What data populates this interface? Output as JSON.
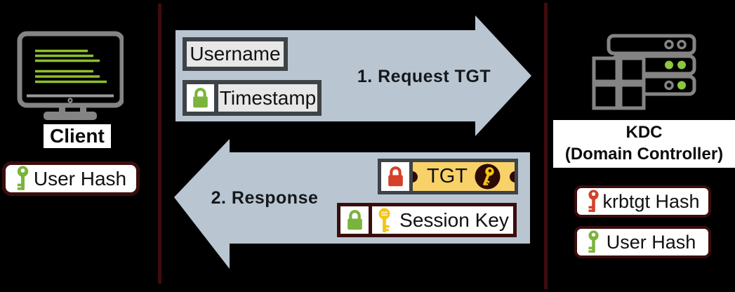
{
  "colors": {
    "background": "#000000",
    "divider": "#400c0c",
    "arrow_fill": "#b9c6d2",
    "payload_fill": "#e7e7e7",
    "payload_border": "#3e4347",
    "maroon_border": "#3a0d0d",
    "lock_green": "#7ab43c",
    "lock_red": "#d4402a",
    "key_gold": "#f3c515",
    "ticket_fill": "#f8d169",
    "ticket_dark": "#2d0a03",
    "icon_gray": "#848484",
    "led_green": "#8dc63f",
    "screen_line_green": "#8fbf2a"
  },
  "client": {
    "title": "Client",
    "badge": {
      "label": "User Hash",
      "icon": "key-icon",
      "key_color": "#7ab43c"
    }
  },
  "kdc": {
    "title_line1": "KDC",
    "title_line2": "(Domain Controller)",
    "badges": [
      {
        "label": "krbtgt Hash",
        "icon": "key-icon",
        "key_color": "#d4402a"
      },
      {
        "label": "User Hash",
        "icon": "key-icon",
        "key_color": "#7ab43c"
      }
    ]
  },
  "flows": {
    "request": {
      "step_label": "1. Request TGT",
      "direction": "right",
      "items": [
        {
          "label": "Username"
        },
        {
          "label": "Timestamp",
          "lock": "green"
        }
      ]
    },
    "response": {
      "step_label": "2. Response",
      "direction": "left",
      "items": [
        {
          "label": "TGT",
          "lock": "red",
          "shape": "ticket",
          "key": "gold"
        },
        {
          "label": "Session Key",
          "lock": "green",
          "key": "gold"
        }
      ]
    }
  }
}
